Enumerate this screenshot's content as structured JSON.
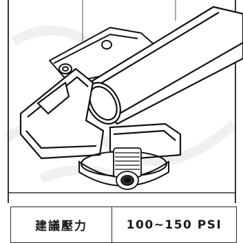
{
  "illustration": {
    "subject": "bicycle-pump-valve-clamp"
  },
  "spec": {
    "label": "建議壓力",
    "value": "100~150 PSI"
  }
}
